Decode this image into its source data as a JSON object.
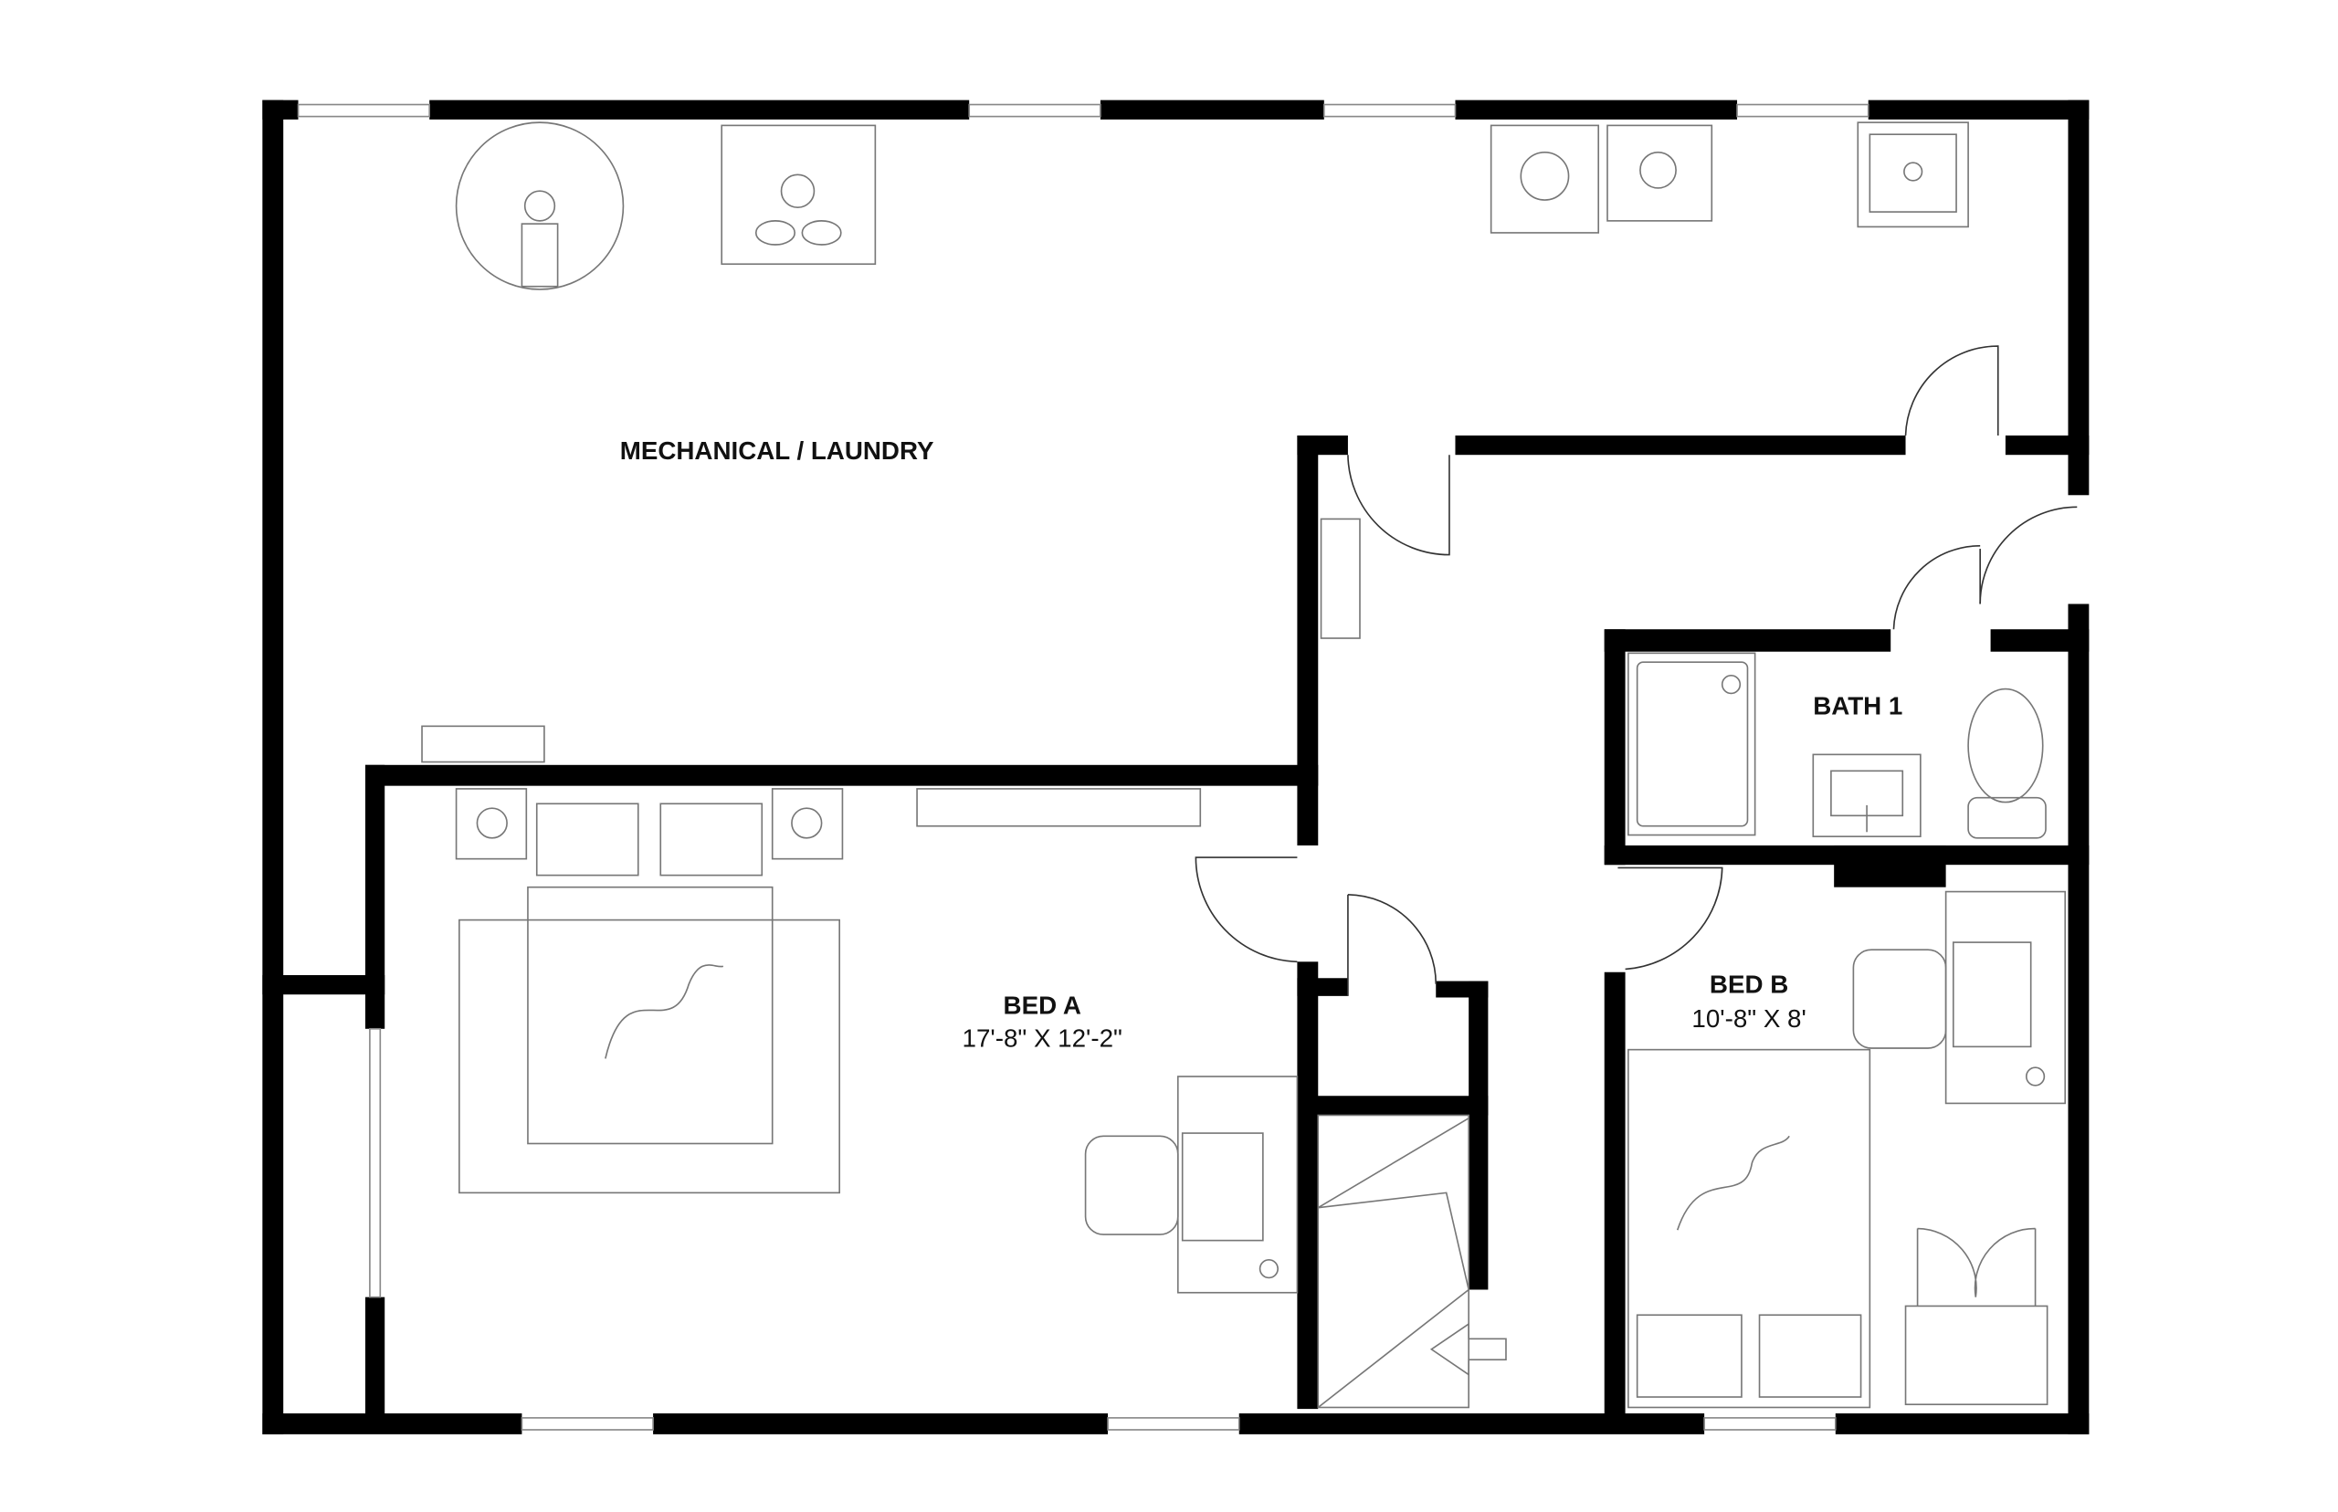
{
  "rooms": [
    {
      "name": "MECHANICAL / LAUNDRY"
    },
    {
      "name": "BED A",
      "dimensions": "17'-8\" X 12'-2\""
    },
    {
      "name": "BATH 1"
    },
    {
      "name": "BED B",
      "dimensions": "10'-8\" X 8'"
    }
  ],
  "colors": {
    "wall": "#000000",
    "fixture": "#777777",
    "background": "#ffffff"
  }
}
